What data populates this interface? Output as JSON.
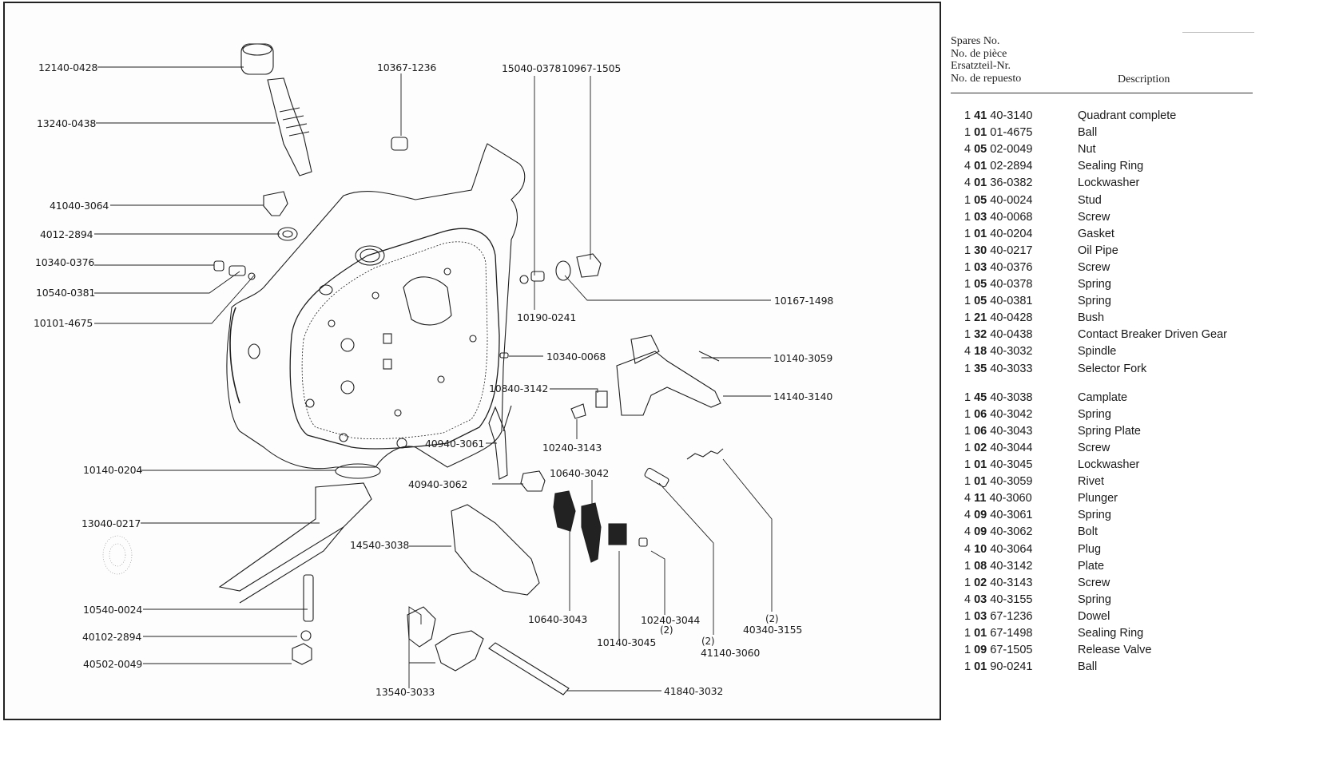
{
  "diagram": {
    "title": "Gearbox housing exploded view",
    "callouts": [
      {
        "id": "c1",
        "label": "12140-0428"
      },
      {
        "id": "c2",
        "label": "13240-0438"
      },
      {
        "id": "c3",
        "label": "41040-3064"
      },
      {
        "id": "c4",
        "label": "4012-2894"
      },
      {
        "id": "c5",
        "label": "10340-0376"
      },
      {
        "id": "c6",
        "label": "10540-0381"
      },
      {
        "id": "c7",
        "label": "10101-4675"
      },
      {
        "id": "c8",
        "label": "10367-1236"
      },
      {
        "id": "c9",
        "label": "15040-0378"
      },
      {
        "id": "c10",
        "label": "10967-1505"
      },
      {
        "id": "c11",
        "label": "10190-0241"
      },
      {
        "id": "c12",
        "label": "10167-1498"
      },
      {
        "id": "c13",
        "label": "10340-0068"
      },
      {
        "id": "c14",
        "label": "10140-3059"
      },
      {
        "id": "c15",
        "label": "10840-3142"
      },
      {
        "id": "c16",
        "label": "14140-3140"
      },
      {
        "id": "c17",
        "label": "10240-3143"
      },
      {
        "id": "c18",
        "label": "40940-3061"
      },
      {
        "id": "c19",
        "label": "40940-3062"
      },
      {
        "id": "c20",
        "label": "10640-3042"
      },
      {
        "id": "c21",
        "label": "10140-0204"
      },
      {
        "id": "c22",
        "label": "13040-0217"
      },
      {
        "id": "c23",
        "label": "14540-3038"
      },
      {
        "id": "c24",
        "label": "10540-0024"
      },
      {
        "id": "c25",
        "label": "40102-2894"
      },
      {
        "id": "c26",
        "label": "40502-0049"
      },
      {
        "id": "c27",
        "label": "10640-3043"
      },
      {
        "id": "c28",
        "label": "10240-3044"
      },
      {
        "id": "c29",
        "label": "10140-3045"
      },
      {
        "id": "c30",
        "label": "41140-3060"
      },
      {
        "id": "c31",
        "label": "40340-3155"
      },
      {
        "id": "c32",
        "label": "13540-3033"
      },
      {
        "id": "c33",
        "label": "41840-3032"
      }
    ],
    "quantities": {
      "q28": "(2)",
      "q30": "(2)",
      "q31": "(2)"
    }
  },
  "parts_list": {
    "header": {
      "lines": [
        "Spares No.",
        "No. de pièce",
        "Ersatzteil-Nr.",
        "No. de repuesto"
      ],
      "description": "Description"
    },
    "rows": [
      {
        "prefix": "1",
        "group": "41",
        "number": "40-3140",
        "description": "Quadrant complete"
      },
      {
        "prefix": "1",
        "group": "01",
        "number": "01-4675",
        "description": "Ball"
      },
      {
        "prefix": "4",
        "group": "05",
        "number": "02-0049",
        "description": "Nut"
      },
      {
        "prefix": "4",
        "group": "01",
        "number": "02-2894",
        "description": "Sealing Ring"
      },
      {
        "prefix": "4",
        "group": "01",
        "number": "36-0382",
        "description": "Lockwasher"
      },
      {
        "prefix": "1",
        "group": "05",
        "number": "40-0024",
        "description": "Stud"
      },
      {
        "prefix": "1",
        "group": "03",
        "number": "40-0068",
        "description": "Screw"
      },
      {
        "prefix": "1",
        "group": "01",
        "number": "40-0204",
        "description": "Gasket"
      },
      {
        "prefix": "1",
        "group": "30",
        "number": "40-0217",
        "description": "Oil Pipe"
      },
      {
        "prefix": "1",
        "group": "03",
        "number": "40-0376",
        "description": "Screw"
      },
      {
        "prefix": "1",
        "group": "05",
        "number": "40-0378",
        "description": "Spring"
      },
      {
        "prefix": "1",
        "group": "05",
        "number": "40-0381",
        "description": "Spring"
      },
      {
        "prefix": "1",
        "group": "21",
        "number": "40-0428",
        "description": "Bush"
      },
      {
        "prefix": "1",
        "group": "32",
        "number": "40-0438",
        "description": "Contact Breaker Driven Gear"
      },
      {
        "prefix": "4",
        "group": "18",
        "number": "40-3032",
        "description": "Spindle"
      },
      {
        "prefix": "1",
        "group": "35",
        "number": "40-3033",
        "description": "Selector Fork"
      },
      {
        "prefix": "1",
        "group": "45",
        "number": "40-3038",
        "description": "Camplate"
      },
      {
        "prefix": "1",
        "group": "06",
        "number": "40-3042",
        "description": "Spring"
      },
      {
        "prefix": "1",
        "group": "06",
        "number": "40-3043",
        "description": "Spring Plate"
      },
      {
        "prefix": "1",
        "group": "02",
        "number": "40-3044",
        "description": "Screw"
      },
      {
        "prefix": "1",
        "group": "01",
        "number": "40-3045",
        "description": "Lockwasher"
      },
      {
        "prefix": "1",
        "group": "01",
        "number": "40-3059",
        "description": "Rivet"
      },
      {
        "prefix": "4",
        "group": "11",
        "number": "40-3060",
        "description": "Plunger"
      },
      {
        "prefix": "4",
        "group": "09",
        "number": "40-3061",
        "description": "Spring"
      },
      {
        "prefix": "4",
        "group": "09",
        "number": "40-3062",
        "description": "Bolt"
      },
      {
        "prefix": "4",
        "group": "10",
        "number": "40-3064",
        "description": "Plug"
      },
      {
        "prefix": "1",
        "group": "08",
        "number": "40-3142",
        "description": "Plate"
      },
      {
        "prefix": "1",
        "group": "02",
        "number": "40-3143",
        "description": "Screw"
      },
      {
        "prefix": "4",
        "group": "03",
        "number": "40-3155",
        "description": "Spring"
      },
      {
        "prefix": "1",
        "group": "03",
        "number": "67-1236",
        "description": "Dowel"
      },
      {
        "prefix": "1",
        "group": "01",
        "number": "67-1498",
        "description": "Sealing Ring"
      },
      {
        "prefix": "1",
        "group": "09",
        "number": "67-1505",
        "description": "Release Valve"
      },
      {
        "prefix": "1",
        "group": "01",
        "number": "90-0241",
        "description": "Ball"
      }
    ]
  }
}
